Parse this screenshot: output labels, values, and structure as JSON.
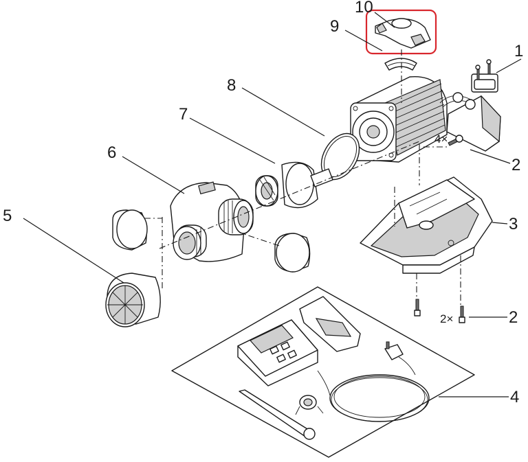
{
  "diagram": {
    "labels": {
      "p1": "1",
      "p2a": "2",
      "p2b": "2",
      "p3": "3",
      "p4": "4",
      "p5": "5",
      "p6": "6",
      "p7": "7",
      "p8": "8",
      "p9": "9",
      "p10": "10"
    },
    "quantities": {
      "screws_motor": "4×",
      "screws_base": "2×"
    },
    "highlight_color": "#d8262c",
    "line_color": "#1a1a1a"
  }
}
